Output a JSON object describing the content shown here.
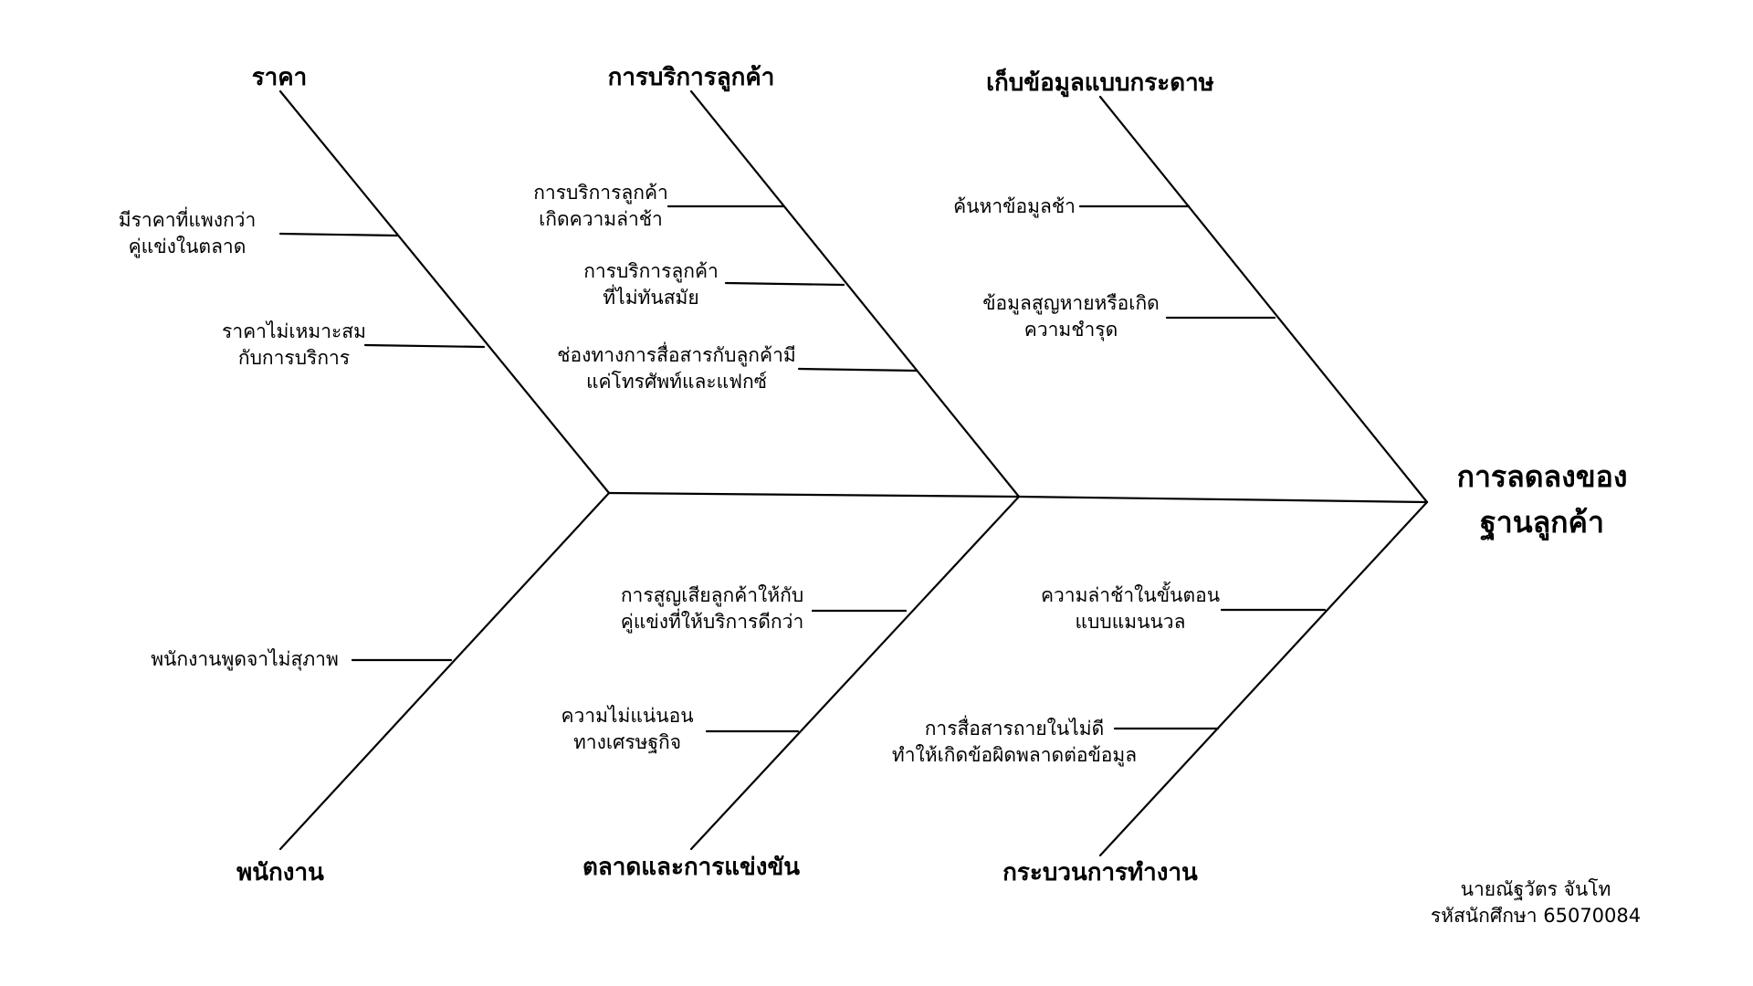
{
  "head": {
    "line1": "การลดลงของ",
    "line2": "ฐานลูกค้า"
  },
  "categories": {
    "price": "ราคา",
    "customer_service": "การบริการลูกค้า",
    "paper_records": "เก็บข้อมูลแบบกระดาษ",
    "staff": "พนักงาน",
    "market_competition": "ตลาดและการแข่งขัน",
    "work_process": "กระบวนการทำงาน"
  },
  "causes": {
    "price_1": {
      "line1": "มีราคาที่แพงกว่า",
      "line2": "คู่แข่งในตลาด"
    },
    "price_2": {
      "line1": "ราคาไม่เหมาะสม",
      "line2": "กับการบริการ"
    },
    "service_1": {
      "line1": "การบริการลูกค้า",
      "line2": "เกิดความล่าช้า"
    },
    "service_2": {
      "line1": "การบริการลูกค้า",
      "line2": "ที่ไม่ทันสมัย"
    },
    "service_3": {
      "line1": "ช่องทางการสื่อสารกับลูกค้ามี",
      "line2": "แค่โทรศัพท์และแฟกซ์"
    },
    "paper_1": {
      "line1": "ค้นหาข้อมูลช้า"
    },
    "paper_2": {
      "line1": "ข้อมูลสูญหายหรือเกิด",
      "line2": "ความชำรุด"
    },
    "staff_1": {
      "line1": "พนักงานพูดจาไม่สุภาพ"
    },
    "market_1": {
      "line1": "การสูญเสียลูกค้าให้กับ",
      "line2": "คู่แข่งที่ให้บริการดีกว่า"
    },
    "market_2": {
      "line1": "ความไม่แน่นอน",
      "line2": "ทางเศรษฐกิจ"
    },
    "process_1": {
      "line1": "ความล่าช้าในขั้นตอน",
      "line2": "แบบแมนนวล"
    },
    "process_2": {
      "line1": "การสื่อสารถายในไม่ดี",
      "line2": "ทำให้เกิดข้อผิดพลาดต่อข้อมูล"
    }
  },
  "author": {
    "name": "นายณัฐวัตร จันโท",
    "student_id": "รหัสนักศึกษา 65070084"
  }
}
